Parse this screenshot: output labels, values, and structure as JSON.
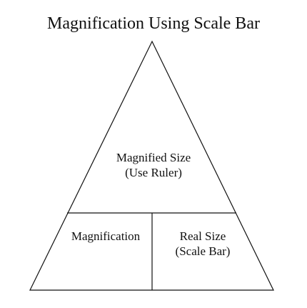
{
  "title": "Magnification Using Scale Bar",
  "sections": {
    "top": {
      "line1": "Magnified Size",
      "line2": "(Use Ruler)"
    },
    "bottom_left": {
      "line1": "Magnification"
    },
    "bottom_right": {
      "line1": "Real Size",
      "line2": "(Scale Bar)"
    }
  }
}
